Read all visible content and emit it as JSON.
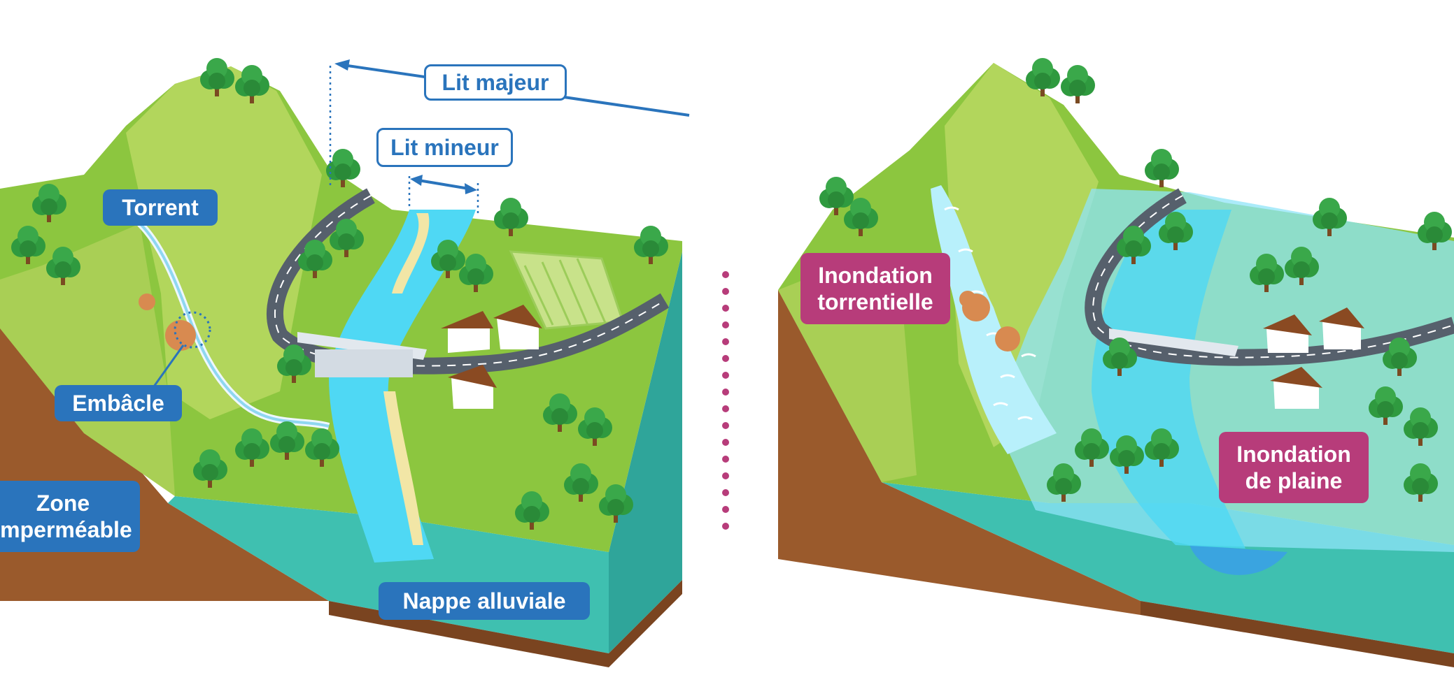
{
  "colors": {
    "label_blue": "#2a74bc",
    "label_pink": "#b73c7a",
    "grass": "#8cc63f",
    "grass_light": "#b2d65c",
    "soil": "#9a5a2c",
    "groundwater": "#3fc0b0",
    "river": "#4fd8f4",
    "flood": "#8fe4f8",
    "tree": "#2f9a3f",
    "road": "#56606c",
    "divider": "#b73c7a"
  },
  "labels": {
    "lit_majeur": "Lit majeur",
    "lit_mineur": "Lit mineur",
    "torrent": "Torrent",
    "embacle": "Embâcle",
    "zone_impermeable": "Zone\nimperméable",
    "nappe_alluviale": "Nappe alluviale",
    "inondation_torrentielle": "Inondation\ntorrentielle",
    "inondation_plaine": "Inondation\nde plaine"
  }
}
